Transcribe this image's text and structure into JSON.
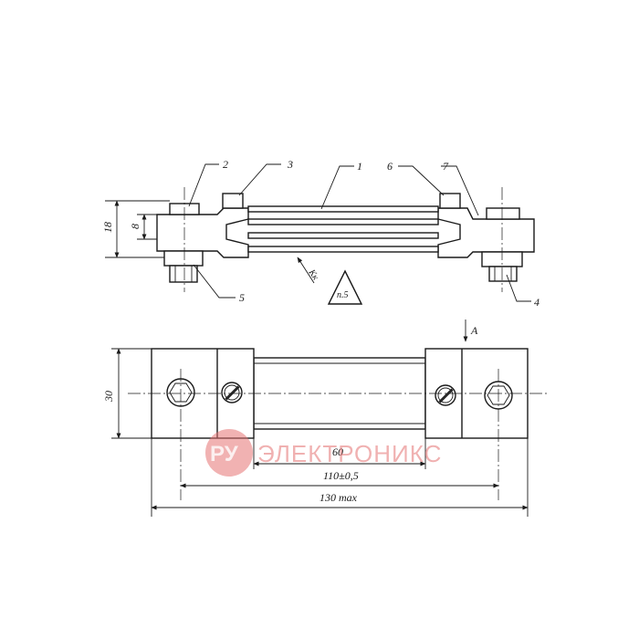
{
  "callouts": {
    "c1": "1",
    "c2": "2",
    "c3": "3",
    "c4": "4",
    "c5": "5",
    "c6": "6",
    "c7": "7"
  },
  "dimensions": {
    "height_18": "18",
    "height_8": "8",
    "width_30": "30",
    "length_60": "60",
    "length_110": "110±0,5",
    "length_130": "130 max"
  },
  "annotations": {
    "view_a": "A",
    "cover": "Кк",
    "clause": "п.5"
  },
  "watermark": {
    "logo": "РУ",
    "text": "ЭЛЕКТРОНИКС",
    "color": "#e57373"
  }
}
